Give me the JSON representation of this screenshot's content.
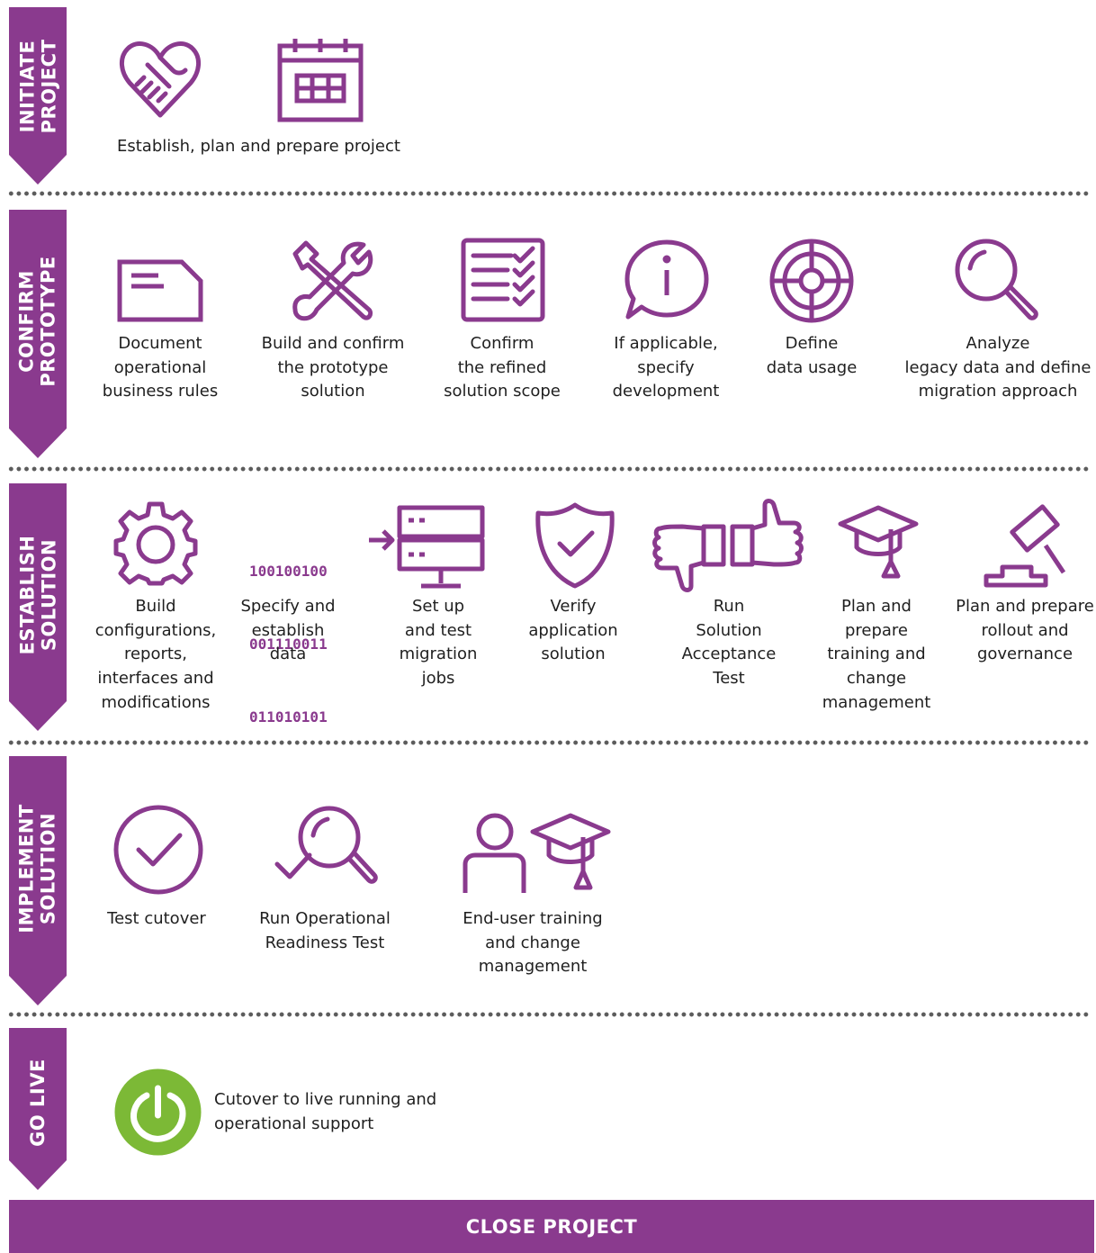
{
  "colors": {
    "accent": "#8a3a8e",
    "go_live": "#7cb936",
    "divider": "#5c5c5c"
  },
  "phases": [
    {
      "label": "INITIATE\nPROJECT"
    },
    {
      "label": "CONFIRM\nPROTOTYPE"
    },
    {
      "label": "ESTABLISH\nSOLUTION"
    },
    {
      "label": "IMPLEMENT\nSOLUTION"
    },
    {
      "label": "GO LIVE"
    }
  ],
  "initiate": {
    "icons": [
      "heart-handshake-icon",
      "calendar-icon"
    ],
    "caption": "Establish, plan and prepare project"
  },
  "confirm": {
    "steps": [
      {
        "icon": "envelope-icon",
        "caption": "Document\noperational\nbusiness rules"
      },
      {
        "icon": "wrench-screwdriver-icon",
        "caption": "Build and confirm\nthe prototype\nsolution"
      },
      {
        "icon": "checklist-icon",
        "caption": "Confirm\nthe refined\nsolution scope"
      },
      {
        "icon": "info-speech-bubble-icon",
        "caption": "If applicable,\nspecify\ndevelopment"
      },
      {
        "icon": "target-icon",
        "caption": "Define\ndata usage"
      },
      {
        "icon": "magnifier-icon",
        "caption": "Analyze\nlegacy data and define\nmigration approach"
      }
    ]
  },
  "establish": {
    "binary": [
      "100100100",
      "001110011",
      "011010101"
    ],
    "steps": [
      {
        "icon": "gear-icon",
        "caption": "Build\nconfigurations,\nreports,\ninterfaces and\nmodifications"
      },
      {
        "icon": "binary-data-icon",
        "caption": "Specify and\nestablish\ndata"
      },
      {
        "icon": "server-arrow-icon",
        "caption": "Set up\nand test\nmigration\njobs"
      },
      {
        "icon": "shield-check-icon",
        "caption": "Verify\napplication\nsolution"
      },
      {
        "icon": "thumbs-down-up-icon",
        "caption": "Run\nSolution\nAcceptance\nTest"
      },
      {
        "icon": "graduation-cap-icon",
        "caption": "Plan and\nprepare\ntraining and\nchange\nmanagement"
      },
      {
        "icon": "gavel-icon",
        "caption": "Plan and prepare\nrollout and\ngovernance"
      }
    ]
  },
  "implement": {
    "steps": [
      {
        "icon": "check-circle-icon",
        "caption": "Test cutover"
      },
      {
        "icon": "check-magnifier-icon",
        "caption": "Run Operational\nReadiness Test"
      },
      {
        "icon": "user-graduation-icon",
        "caption": "End-user training\nand change\nmanagement"
      }
    ]
  },
  "golive": {
    "icon": "power-icon",
    "caption": "Cutover to live running and\noperational support"
  },
  "close": {
    "label": "CLOSE PROJECT"
  }
}
